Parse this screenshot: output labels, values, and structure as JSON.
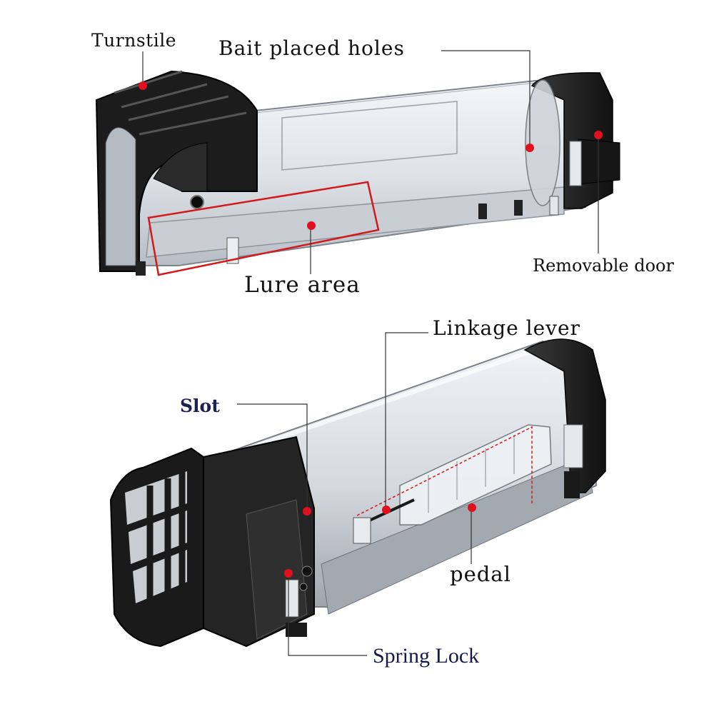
{
  "labels": {
    "turnstile": "Turnstile",
    "bait_placed_holes": "Bait placed holes",
    "lure_area": "Lure area",
    "removable_door": "Removable door",
    "linkage_lever": "Linkage lever",
    "slot": "Slot",
    "pedal": "pedal",
    "spring_lock": "Spring Lock"
  },
  "colors": {
    "marker": "#e0101e",
    "trap_body": "#1f1f1f",
    "clear_tube": "#d9dde2",
    "lure_box": "#d21a1a",
    "dark_label": "#1b2250"
  }
}
